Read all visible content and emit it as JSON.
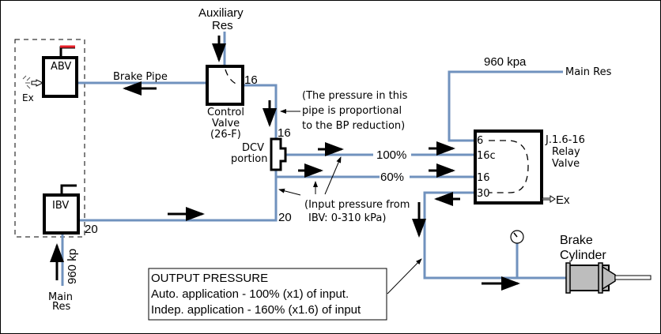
{
  "title": "Brake valve system pneumatic diagram",
  "labels": {
    "auxiliary_res_line1": "Auxiliary",
    "auxiliary_res_line2": "Res",
    "abv": "ABV",
    "ibv": "IBV",
    "exhaust_left": "Ex",
    "exhaust_right": "Ex",
    "brake_pipe": "Brake Pipe",
    "control_valve_line1": "Control",
    "control_valve_line2": "Valve",
    "control_valve_line3": "(26-F)",
    "dcv_line1": "DCV",
    "dcv_line2": "portion",
    "port_16_cv": "16",
    "port_16_dcv": "16",
    "port_20_ibv": "20",
    "port_20_dcv": "20",
    "pct_100": "100%",
    "pct_60": "60%",
    "main_res_top_pressure": "960 kpa",
    "main_res_top": "Main Res",
    "main_res_bottom_pressure": "960 kp",
    "main_res_bottom_line1": "Main",
    "main_res_bottom_line2": "Res",
    "relay_line1": "J.1.6-16",
    "relay_line2": "Relay",
    "relay_line3": "Valve",
    "relay_port_6": "6",
    "relay_port_16c": "16c",
    "relay_port_16": "16",
    "relay_port_30": "30",
    "brake_cylinder_line1": "Brake",
    "brake_cylinder_line2": "Cylinder"
  },
  "notes": {
    "pipe_note_line1": "(The pressure in this",
    "pipe_note_line2": "pipe is proportional",
    "pipe_note_line3": "to the BP reduction)",
    "input_note_line1": "(Input pressure from",
    "input_note_line2": "IBV: 0-310 kPa)"
  },
  "output_box": {
    "title": "OUTPUT PRESSURE",
    "line1": "Auto. application - 100% (x1) of input.",
    "line2": "Indep. application - 160% (x1.6) of input"
  },
  "colors": {
    "pipe": "#7092be",
    "abv_handle": "#e8202a",
    "cylinder_fill": "#bdbdbd"
  }
}
